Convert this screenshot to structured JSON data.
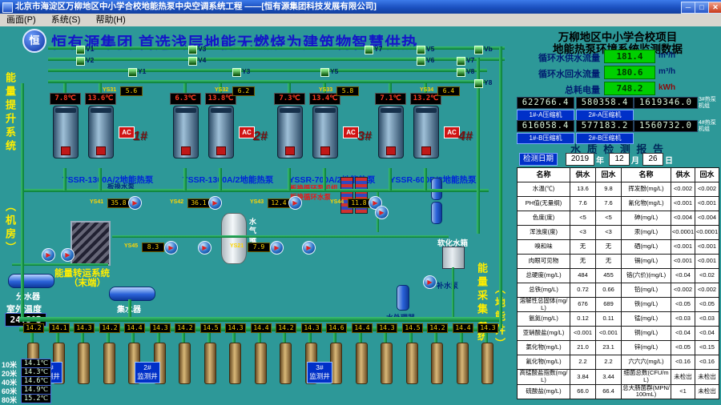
{
  "window": {
    "title": "北京市海淀区万柳地区中小学合校地能热泵中央空调系统工程 ——[恒有源集团科技发展有限公司]",
    "controls": {
      "min": "─",
      "max": "□",
      "close": "✕"
    }
  },
  "menu": {
    "items": [
      "画面(P)",
      "系统(S)",
      "帮助(H)"
    ]
  },
  "banner": {
    "logo_text": "恒",
    "slogan": "恒有源集团  首选浅层地能无燃烧为建筑物智慧供热"
  },
  "monitor": {
    "title1": "万柳地区中小学合校项目",
    "title2": "地能热泵环境系统监测数据",
    "flows": [
      {
        "label": "循环水供水流量",
        "value": "181.4",
        "unit": "m³/h"
      },
      {
        "label": "循环水回水流量",
        "value": "180.6",
        "unit": "m³/h"
      },
      {
        "label": "总耗电量",
        "value": "748.2",
        "unit": "kWh"
      }
    ],
    "meters": {
      "row_a": {
        "values": [
          "622766.4",
          "580358.4",
          "1619346.0"
        ],
        "labels": [
          "1#-A压缩机",
          "2#-A压缩机"
        ],
        "side": "3#热泵机组"
      },
      "row_b": {
        "values": [
          "616058.4",
          "577183.2",
          "1560732.0"
        ],
        "labels": [
          "1#-B压缩机",
          "2#-B压缩机"
        ],
        "side": "4#热泵机组"
      }
    }
  },
  "report": {
    "title": "水 质 检 测 报 告",
    "date_label": "检测日期",
    "year": "2019",
    "year_unit": "年",
    "month": "12",
    "month_unit": "月",
    "day": "26",
    "day_unit": "日",
    "headers": [
      "名称",
      "供水",
      "回水",
      "名称",
      "供水",
      "回水"
    ],
    "rows": [
      [
        "水温(℃)",
        "13.6",
        "9.8",
        "挥发酚(mg/L)",
        "<0.002",
        "<0.002"
      ],
      [
        "PH值(无量纲)",
        "7.6",
        "7.6",
        "氰化物(mg/L)",
        "<0.001",
        "<0.001"
      ],
      [
        "色度(度)",
        "<5",
        "<5",
        "砷(mg/L)",
        "<0.004",
        "<0.004"
      ],
      [
        "浑浊度(度)",
        "<3",
        "<3",
        "汞(mg/L)",
        "<0.0001",
        "<0.0001"
      ],
      [
        "嗅和味",
        "无",
        "无",
        "硒(mg/L)",
        "<0.001",
        "<0.001"
      ],
      [
        "肉眼可见物",
        "无",
        "无",
        "镉(mg/L)",
        "<0.001",
        "<0.001"
      ],
      [
        "总硬度(mg/L)",
        "484",
        "455",
        "铬(六价)(mg/L)",
        "<0.04",
        "<0.02"
      ],
      [
        "总铁(mg/L)",
        "0.72",
        "0.66",
        "铅(mg/L)",
        "<0.002",
        "<0.002"
      ],
      [
        "溶解性总固体(mg/L)",
        "676",
        "689",
        "铁(mg/L)",
        "<0.05",
        "<0.05"
      ],
      [
        "氨氮(mg/L)",
        "0.12",
        "0.11",
        "锰(mg/L)",
        "<0.03",
        "<0.03"
      ],
      [
        "亚硝酸盐(mg/L)",
        "<0.001",
        "<0.001",
        "铜(mg/L)",
        "<0.04",
        "<0.04"
      ],
      [
        "氯化物(mg/L)",
        "21.0",
        "23.1",
        "锌(mg/L)",
        "<0.05",
        "<0.15"
      ],
      [
        "氟化物(mg/L)",
        "2.2",
        "2.2",
        "六六六(mg/L)",
        "<0.16",
        "<0.16"
      ],
      [
        "高锰酸盐指数(mg/L)",
        "3.84",
        "3.44",
        "细菌总数(CFU/mL)",
        "未检出",
        "未检出"
      ],
      [
        "硫酸盐(mg/L)",
        "66.0",
        "66.4",
        "总大肠菌群(MPN/100mL)",
        "<1",
        "未检出"
      ]
    ]
  },
  "units": [
    {
      "id": "1#",
      "model": "YSSR-1300A/2地能热泵",
      "temp_a": "7.8℃",
      "temp_b": "13.6℃",
      "badge": "AC"
    },
    {
      "id": "2#",
      "model": "YSSR-1300A/2地能热泵",
      "temp_a": "6.3℃",
      "temp_b": "13.8℃",
      "badge": "AC"
    },
    {
      "id": "3#",
      "model": "YSSR-700A/2地能热泵",
      "temp_a": "7.3℃",
      "temp_b": "13.4℃",
      "badge": "AC"
    },
    {
      "id": "4#",
      "model": "YSSR-600B/2地能热泵",
      "temp_a": "7.1℃",
      "temp_b": "13.2℃",
      "badge": "AC"
    }
  ],
  "valves": [
    "V1",
    "V2",
    "Y1",
    "V3",
    "V4",
    "Y3",
    "Y5",
    "V5",
    "V6",
    "Y7",
    "V7",
    "V8",
    "Vb",
    "Y8"
  ],
  "mini_displays": [
    {
      "label": "YS31",
      "value": "5.6"
    },
    {
      "label": "YS32",
      "value": "6.2"
    },
    {
      "label": "YS33",
      "value": "5.8"
    },
    {
      "label": "YS34",
      "value": "6.4"
    },
    {
      "label": "YS41",
      "value": "35.8"
    },
    {
      "label": "YS42",
      "value": "36.1"
    },
    {
      "label": "YS43",
      "value": "12.4"
    },
    {
      "label": "YS44",
      "value": "11.8"
    },
    {
      "label": "YS45",
      "value": "8.3"
    },
    {
      "label": "YS21",
      "value": "7.9"
    }
  ],
  "labels": {
    "lift_system": "能量提升系统",
    "lift_system_sub": "（机房）",
    "collect_system": "能量采集系统",
    "collect_system_sub": "（地能井）",
    "transfer_system": "能量转运系统",
    "transfer_system_sub": "（末端）",
    "divider": "分水器",
    "collector": "集水器",
    "soft_tank": "软化水箱",
    "makeup_pump": "补水泵",
    "water_treater": "水处理器",
    "hx_pump_label": "板换水泵",
    "hx_line1": "板换循环泵机组",
    "hx_line2": "板换循环水泵",
    "pressure_tank": "水气罐",
    "outdoor_label": "室外温度",
    "outdoor_value": "24.3℃",
    "monitor_well": "监测井"
  },
  "wells": {
    "values": [
      "14.2",
      "14.1",
      "14.3",
      "14.2",
      "14.4",
      "14.3",
      "14.2",
      "14.5",
      "14.3",
      "14.4",
      "14.2",
      "14.3",
      "14.6",
      "14.4",
      "14.3",
      "14.5",
      "14.2",
      "14.4",
      "14.3"
    ],
    "monitor_ids": [
      "1#",
      "2#",
      "3#"
    ]
  },
  "depth_temps": [
    {
      "depth": "10米",
      "value": "14.1℃"
    },
    {
      "depth": "20米",
      "value": "14.3℃"
    },
    {
      "depth": "40米",
      "value": "14.6℃"
    },
    {
      "depth": "60米",
      "value": "14.9℃"
    },
    {
      "depth": "80米",
      "value": "15.2℃"
    }
  ],
  "colors": {
    "background": "#2D9898",
    "led_green": "#00cf00",
    "led_red": "#ff3b1f",
    "led_yellow": "#ffd400",
    "pipe": "#0a9440",
    "accent_yellow": "#ffee00",
    "navy": "#00306e"
  }
}
